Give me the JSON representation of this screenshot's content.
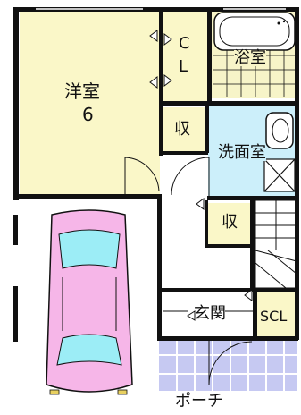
{
  "rooms": {
    "western_room": {
      "name": "洋室",
      "size": "6"
    },
    "closet": {
      "line1": "C",
      "line2": "L"
    },
    "bath": {
      "name": "浴室"
    },
    "storage_upper": {
      "name": "収"
    },
    "washroom": {
      "name": "洗面室"
    },
    "storage_lower": {
      "name": "収"
    },
    "entrance": {
      "name": "玄関"
    },
    "shoe_closet": {
      "name": "SCL"
    },
    "porch": {
      "name": "ポーチ"
    }
  },
  "colors": {
    "western_room_fill": "#FAF7C8",
    "closet_fill": "#FAF7C8",
    "storage_fill": "#FAF7C8",
    "bath_fill": "#F7F4C8",
    "washroom_fill": "#CCEFFA",
    "porch_fill": "#C6C9F2",
    "car_fill": "#F6B6E8",
    "car_glass": "#9CEDF6",
    "wall": "#111111"
  }
}
